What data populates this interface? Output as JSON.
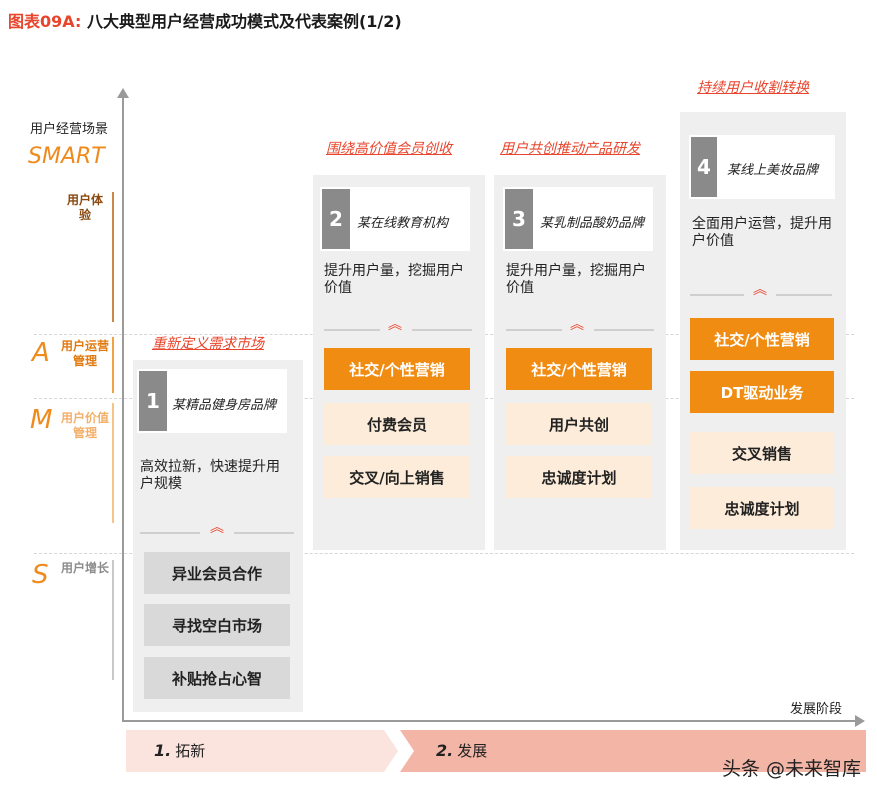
{
  "title": {
    "number": "图表09A:",
    "text": "八大典型用户经营成功模式及代表案例(1/2)"
  },
  "axes": {
    "y_label": "用户经营场景",
    "x_label": "发展阶段",
    "model": "SMART"
  },
  "levels": [
    {
      "letter": "",
      "label": "用户体验"
    },
    {
      "letter": "A",
      "label": "用户运营管理"
    },
    {
      "letter": "M",
      "label": "用户价值管理"
    },
    {
      "letter": "S",
      "label": "用户增长"
    }
  ],
  "columns": [
    {
      "heading": "重新定义需求市场",
      "num": "1",
      "case": "某精品健身房品牌",
      "desc": "高效拉新，快速提升用户规模",
      "boxes": [
        "异业会员合作",
        "寻找空白市场",
        "补贴抢占心智"
      ]
    },
    {
      "heading": "围绕高价值会员创收",
      "num": "2",
      "case": "某在线教育机构",
      "desc": "提升用户量，挖掘用户价值",
      "boxes": [
        "社交/个性营销",
        "付费会员",
        "交叉/向上销售"
      ]
    },
    {
      "heading": "用户共创推动产品研发",
      "num": "3",
      "case": "某乳制品酸奶品牌",
      "desc": "提升用户量，挖掘用户价值",
      "boxes": [
        "社交/个性营销",
        "用户共创",
        "忠诚度计划"
      ]
    },
    {
      "heading": "持续用户收割转换",
      "num": "4",
      "case": "某线上美妆品牌",
      "desc": "全面用户运营，提升用户价值",
      "boxes": [
        "社交/个性营销",
        "DT驱动业务",
        "交叉销售",
        "忠诚度计划"
      ]
    }
  ],
  "stages": [
    {
      "num": "1.",
      "label": "拓新"
    },
    {
      "num": "2.",
      "label": "发展"
    }
  ],
  "watermark": "头条 @未来智库",
  "colors": {
    "accent_orange": "#f08c12",
    "accent_red": "#e8452c",
    "cream": "#fcecd9",
    "panel_gray": "#efefef"
  }
}
